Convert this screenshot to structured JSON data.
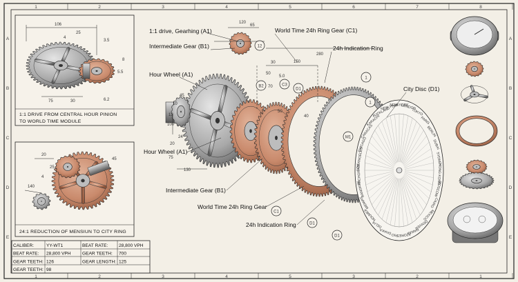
{
  "colors": {
    "paper": "#f3efe6",
    "ink": "#1e1e1e",
    "copper": "#c98a6c",
    "copper_dark": "#8a5238",
    "steel": "#a9a9a9",
    "steel_dark": "#5c5c5c"
  },
  "border": {
    "top_numbers": [
      "1",
      "2",
      "3",
      "4",
      "5",
      "6",
      "7",
      "8"
    ],
    "bottom_numbers": [
      "1",
      "2",
      "3",
      "4",
      "5",
      "3",
      "2",
      "1"
    ],
    "left_letters": [
      "A",
      "B",
      "C",
      "D",
      "E"
    ],
    "right_letters": [
      "A",
      "B",
      "C",
      "D",
      "E"
    ]
  },
  "detail_top": {
    "caption_line1": "1:1 DRIVE FROM CENTRAL HOUR PINION",
    "caption_line2": "TO WORLD TIME MODULE",
    "dims": [
      "106",
      "25",
      "4",
      "3.5",
      "75",
      "30",
      "6.2",
      "5.5",
      "8"
    ]
  },
  "detail_bottom": {
    "caption": "24:1 REDUCTION OF MENSIUN TO CITY RING",
    "dims": [
      "20",
      "25",
      "4",
      "140",
      "45"
    ]
  },
  "callouts": {
    "drive": "1:1 drive, Gearhing (A1)",
    "intermediate_top": "Intermediate Gear (B1)",
    "hour_wheel_top": "Hour Wheel (A1)",
    "hour_wheel_bottom": "Hour Wheel (A1)",
    "intermediate_bottom": "Intermediate Gear (B1)",
    "world_ring_top": "World Time 24h Ring Gear (C1)",
    "indication_top": "24h Indication Ring",
    "city_disc": "City Disc (D1)",
    "world_ring_bottom": "World Time 24h Ring Gear",
    "indication_bottom": "24h Indication Ring"
  },
  "balloons": [
    "12",
    "B2",
    "C3",
    "D1",
    "1",
    "1",
    "M1",
    "C1",
    "D1",
    "D1"
  ],
  "dimensions": [
    "120",
    "65",
    "280",
    "150",
    "30",
    "50",
    "70",
    "5.0",
    "45",
    "40",
    "50",
    "100",
    "13",
    "75",
    "130",
    "24",
    "20",
    "10"
  ],
  "cities": [
    "NEW YORK",
    "LONDON",
    "TOKYO",
    "PARIS",
    "BERLIN",
    "DUBAI",
    "SYDNEY",
    "HONG KONG",
    "MOSCOW",
    "CAIRO",
    "MEXICO",
    "DENVER",
    "HAWAII",
    "AZORES",
    "RIO",
    "DHAKA",
    "DELHI",
    "NOUMEA",
    "MIDWAY",
    "BANGKOK",
    "ANCHORAGE",
    "LOS ANGELES",
    "CHICAGO",
    "CARACAS",
    "KARACHI",
    "AUCKLAND",
    "NEW YORK"
  ],
  "spec_table": {
    "rows": [
      [
        "CALIBER:",
        "YY-WT1",
        "BEAT RATE:",
        "28,800 VPH"
      ],
      [
        "BEAT RATE:",
        "28,800 VPH",
        "GEAR TEETH:",
        "700"
      ],
      [
        "GEAR TEETH:",
        "126",
        "GEAR LENGTH:",
        "125"
      ],
      [
        "GEAR TEETH:",
        "98",
        "",
        ""
      ]
    ]
  }
}
